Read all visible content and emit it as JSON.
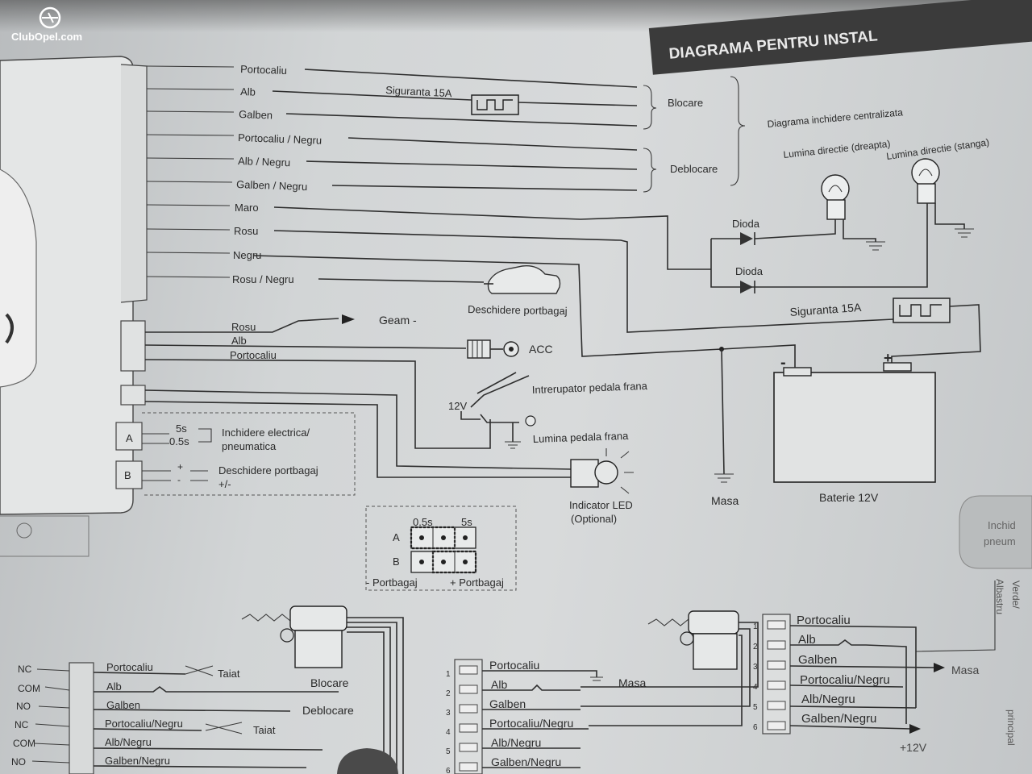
{
  "logo": {
    "text": "ClubOpel.com"
  },
  "header": {
    "title": "DIAGRAMA PENTRU INSTAL"
  },
  "wires": [
    {
      "label": "Portocaliu"
    },
    {
      "label": "Alb"
    },
    {
      "label": "Galben"
    },
    {
      "label": "Portocaliu / Negru"
    },
    {
      "label": "Alb / Negru"
    },
    {
      "label": "Galben / Negru"
    },
    {
      "label": "Maro"
    },
    {
      "label": "Rosu"
    },
    {
      "label": "Negru"
    },
    {
      "label": "Rosu / Negru"
    }
  ],
  "top": {
    "fuse_label": "Siguranta 15A",
    "blocare": "Blocare",
    "deblocare": "Deblocare",
    "central_locking": "Diagrama inchidere centralizata",
    "turn_right": "Lumina directie (dreapta)",
    "turn_left": "Lumina directie (stanga)",
    "diode1": "Dioda",
    "diode2": "Dioda",
    "trunk_open": "Deschidere portbagaj",
    "fuse2_label": "Siguranta 15A"
  },
  "mid": {
    "conn_rosu": "Rosu",
    "conn_alb": "Alb",
    "conn_portocaliu": "Portocaliu",
    "geam": "Geam -",
    "acc": "ACC",
    "brake_switch": "Intrerupator pedala frana",
    "v12": "12V",
    "brake_light": "Lumina pedala frana",
    "led": "Indicator LED",
    "led_opt": "(Optional)",
    "masa": "Masa",
    "battery": "Baterie 12V",
    "minus": "-",
    "plus": "+"
  },
  "jumpers": {
    "a_label": "A",
    "b_label": "B",
    "a_5s": "5s",
    "a_05s": "0.5s",
    "a_desc1": "Inchidere electrica/",
    "a_desc2": "pneumatica",
    "b_plus": "+",
    "b_minus": "-",
    "b_desc1": "Deschidere portbagaj",
    "b_desc2": "+/-",
    "grid_05s": "0.5s",
    "grid_5s": "5s",
    "grid_a": "A",
    "grid_b": "B",
    "minus_trunk": "- Portbagaj",
    "plus_trunk": "+ Portbagaj"
  },
  "bottom_left": {
    "relay_labels": [
      "NC",
      "COM",
      "NO",
      "NC",
      "COM",
      "NO"
    ],
    "wires": [
      "Portocaliu",
      "Alb",
      "Galben",
      "Portocaliu/Negru",
      "Alb/Negru",
      "Galben/Negru"
    ],
    "cut1": "Taiat",
    "cut2": "Taiat",
    "blocare": "Blocare",
    "deblocare": "Deblocare"
  },
  "bottom_mid": {
    "numbers": [
      "1",
      "2",
      "3",
      "4",
      "5",
      "6"
    ],
    "wires": [
      "Portocaliu",
      "Alb",
      "Galben",
      "Portocaliu/Negru",
      "Alb/Negru",
      "Galben/Negru"
    ],
    "masa": "Masa"
  },
  "bottom_right": {
    "numbers": [
      "1",
      "2",
      "3",
      "4",
      "5",
      "6"
    ],
    "wires": [
      "Portocaliu",
      "Alb",
      "Galben",
      "Portocaliu/Negru",
      "Alb/Negru",
      "Galben/Negru"
    ],
    "masa": "Masa",
    "v12": "+12V"
  },
  "edge": {
    "tab1": "Inchid",
    "tab2": "pneum",
    "v1": "Verde/",
    "v2": "Albastru",
    "v3": "principal"
  }
}
